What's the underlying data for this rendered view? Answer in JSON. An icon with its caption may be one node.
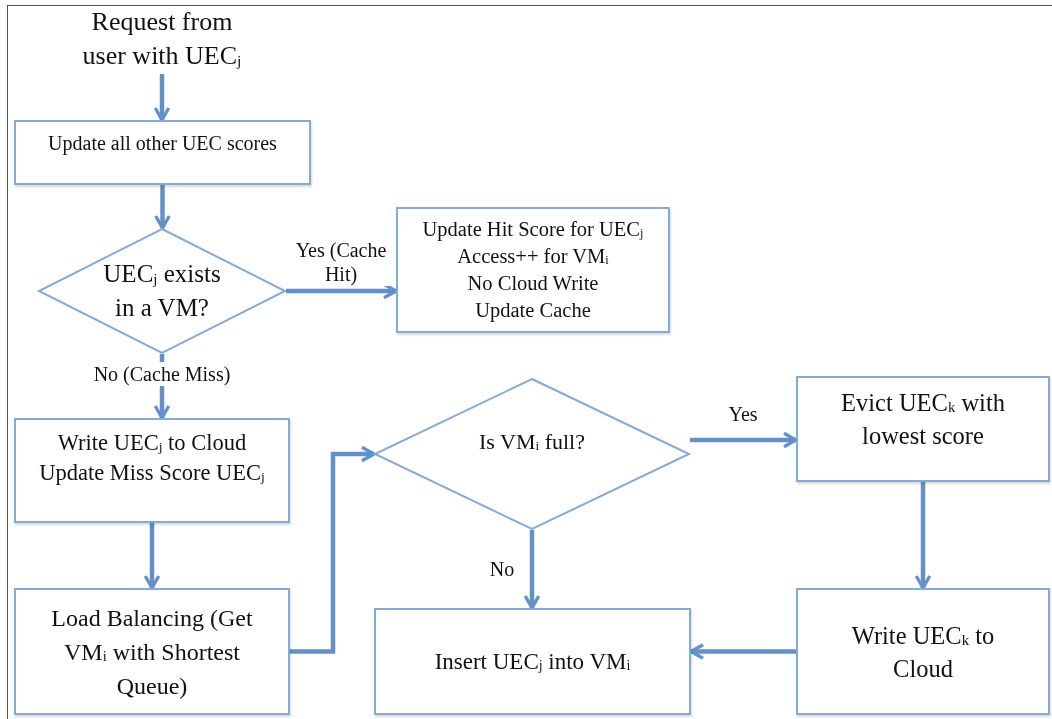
{
  "diagram": {
    "nodes": [
      {
        "text": [
          "Request from user with UEC$_{j}$"
        ]
      },
      {
        "text": [
          "Update all other UEC scores"
        ]
      },
      {
        "text": [
          "UEC$_{j}$ exists in a VM?"
        ]
      },
      {
        "text": [
          "Update Hit Score for UEC$_{j}$",
          "Access++ for VM$_{i}$",
          "No Cloud Write",
          "Update Cache"
        ]
      },
      {
        "text": [
          "Write UEC$_{j}$ to Cloud",
          "Update Miss Score UEC$_{j}$"
        ]
      },
      {
        "text": [
          "Load Balancing (Get VM$_{i}$ with Shortest Queue)"
        ]
      },
      {
        "text": [
          "Is VM$_{i}$ full?"
        ]
      },
      {
        "text": [
          "Evict UEC$_{k}$ with lowest score"
        ]
      },
      {
        "text": [
          "Write UEC$_{k}$ to Cloud"
        ]
      },
      {
        "text": [
          "Insert UEC$_{j}$ into VM$_{i}$"
        ]
      }
    ],
    "edges": [
      {
        "from": 0,
        "to": 1,
        "arrow": "to"
      },
      {
        "from": 1,
        "to": 2,
        "arrow": "to"
      },
      {
        "from": 2,
        "to": 3,
        "arrow": "to",
        "label": "Yes (Cache Hit)"
      },
      {
        "from": 2,
        "to": 4,
        "arrow": "to",
        "label": "No (Cache Miss)"
      },
      {
        "from": 4,
        "to": 5,
        "arrow": "to"
      },
      {
        "from": 5,
        "to": 6,
        "arrow": "to"
      },
      {
        "from": 6,
        "to": 7,
        "arrow": "to",
        "label": "Yes"
      },
      {
        "from": 6,
        "to": 9,
        "arrow": "to",
        "label": "No"
      },
      {
        "from": 7,
        "to": 8,
        "arrow": "to"
      },
      {
        "from": 8,
        "to": 9,
        "arrow": "to"
      }
    ]
  }
}
